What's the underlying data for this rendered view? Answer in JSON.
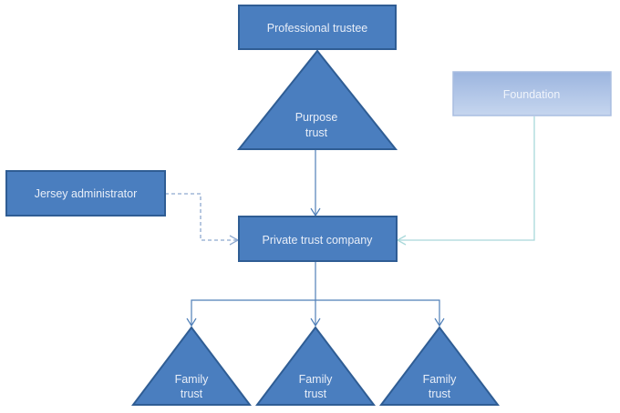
{
  "diagram": {
    "colors": {
      "box_fill": "#4a7ebf",
      "box_stroke": "#2f5d94",
      "light_fill_top": "#9db6e0",
      "light_fill_bottom": "#c4d4ee",
      "light_stroke": "#a9bde0",
      "arrow": "#4f7fb8",
      "dashed_arrow": "#8ea9cf",
      "foundation_arrow": "#a9d8da",
      "label": "#e8eef8"
    },
    "nodes": {
      "professional_trustee": "Professional trustee",
      "purpose_trust_line1": "Purpose",
      "purpose_trust_line2": "trust",
      "foundation": "Foundation",
      "jersey_administrator": "Jersey administrator",
      "private_trust_company": "Private trust company",
      "family_trusts": [
        {
          "line1": "Family",
          "line2": "trust"
        },
        {
          "line1": "Family",
          "line2": "trust"
        },
        {
          "line1": "Family",
          "line2": "trust"
        }
      ]
    },
    "edges": [
      {
        "from": "Professional trustee",
        "to": "Purpose trust",
        "style": "attached"
      },
      {
        "from": "Purpose trust",
        "to": "Private trust company",
        "style": "solid-arrow"
      },
      {
        "from": "Jersey administrator",
        "to": "Private trust company",
        "style": "dashed-arrow"
      },
      {
        "from": "Foundation",
        "to": "Private trust company",
        "style": "light-arrow"
      },
      {
        "from": "Private trust company",
        "to": "Family trust 1",
        "style": "solid-arrow"
      },
      {
        "from": "Private trust company",
        "to": "Family trust 2",
        "style": "solid-arrow"
      },
      {
        "from": "Private trust company",
        "to": "Family trust 3",
        "style": "solid-arrow"
      }
    ]
  }
}
